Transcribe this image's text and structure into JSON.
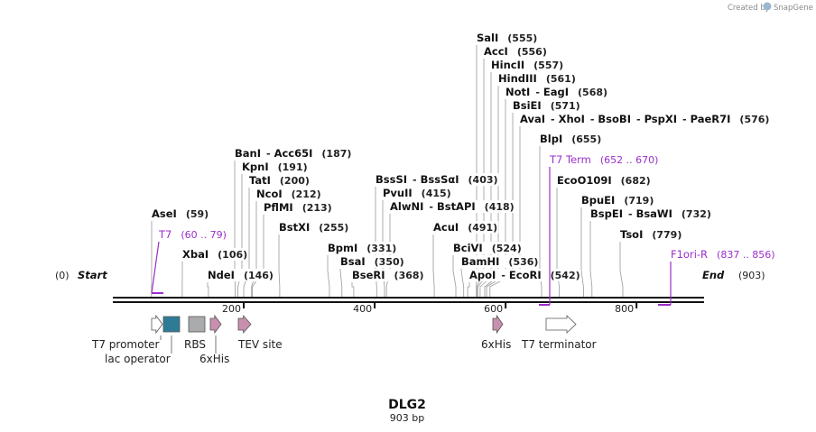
{
  "credit": {
    "prefix": "Created by",
    "brand": "SnapGene"
  },
  "title": "DLG2",
  "length_label": "903 bp",
  "ruler_ticks": [
    "200",
    "400",
    "600",
    "800"
  ],
  "ends": {
    "start_pos": "(0)",
    "start_label": "Start",
    "end_label": "End",
    "end_pos": "(903)"
  },
  "sites": [
    {
      "names": [
        "SalI"
      ],
      "pos": "(555)"
    },
    {
      "names": [
        "AccI"
      ],
      "pos": "(556)"
    },
    {
      "names": [
        "HincII"
      ],
      "pos": "(557)"
    },
    {
      "names": [
        "HindIII"
      ],
      "pos": "(561)"
    },
    {
      "names": [
        "NotI",
        "EagI"
      ],
      "pos": "(568)"
    },
    {
      "names": [
        "BsiEI"
      ],
      "pos": "(571)"
    },
    {
      "names": [
        "AvaI",
        "XhoI",
        "BsoBI",
        "PspXI",
        "PaeR7I"
      ],
      "pos": "(576)"
    },
    {
      "names": [
        "BlpI"
      ],
      "pos": "(655)"
    },
    {
      "names": [
        "EcoO109I"
      ],
      "pos": "(682)"
    },
    {
      "names": [
        "BpuEI"
      ],
      "pos": "(719)"
    },
    {
      "names": [
        "BspEI",
        "BsaWI"
      ],
      "pos": "(732)"
    },
    {
      "names": [
        "TsoI"
      ],
      "pos": "(779)"
    },
    {
      "names": [
        "BanI",
        "Acc65I"
      ],
      "pos": "(187)"
    },
    {
      "names": [
        "KpnI"
      ],
      "pos": "(191)"
    },
    {
      "names": [
        "TatI"
      ],
      "pos": "(200)"
    },
    {
      "names": [
        "NcoI"
      ],
      "pos": "(212)"
    },
    {
      "names": [
        "PflMI"
      ],
      "pos": "(213)"
    },
    {
      "names": [
        "BstXI"
      ],
      "pos": "(255)"
    },
    {
      "names": [
        "AseI"
      ],
      "pos": "(59)"
    },
    {
      "names": [
        "XbaI"
      ],
      "pos": "(106)"
    },
    {
      "names": [
        "NdeI"
      ],
      "pos": "(146)"
    },
    {
      "names": [
        "BpmI"
      ],
      "pos": "(331)"
    },
    {
      "names": [
        "BsaI"
      ],
      "pos": "(350)"
    },
    {
      "names": [
        "BseRI"
      ],
      "pos": "(368)"
    },
    {
      "names": [
        "BssSI",
        "BssSαI"
      ],
      "pos": "(403)"
    },
    {
      "names": [
        "PvuII"
      ],
      "pos": "(415)"
    },
    {
      "names": [
        "AlwNI",
        "BstAPI"
      ],
      "pos": "(418)"
    },
    {
      "names": [
        "AcuI"
      ],
      "pos": "(491)"
    },
    {
      "names": [
        "BciVI"
      ],
      "pos": "(524)"
    },
    {
      "names": [
        "BamHI"
      ],
      "pos": "(536)"
    },
    {
      "names": [
        "ApoI",
        "EcoRI"
      ],
      "pos": "(542)"
    }
  ],
  "primers": [
    {
      "name": "T7",
      "range": "(60 .. 79)"
    },
    {
      "name": "T7 Term",
      "range": "(652 .. 670)"
    },
    {
      "name": "F1ori-R",
      "range": "(837 .. 856)"
    }
  ],
  "features": [
    {
      "name": "T7 promoter",
      "color": "#ffffff"
    },
    {
      "name": "lac operator",
      "color": "#2e7b96"
    },
    {
      "name": "RBS",
      "color": "#a9abad"
    },
    {
      "name": "6xHis",
      "color": "#c98fae"
    },
    {
      "name": "TEV site",
      "color": "#c98fae"
    },
    {
      "name": "6xHis",
      "color": "#c98fae"
    },
    {
      "name": "T7 terminator",
      "color": "#ffffff"
    }
  ],
  "colors": {
    "primer": "#9b2fc8",
    "backbone": "#111111",
    "connector": "#9a9a9a"
  }
}
